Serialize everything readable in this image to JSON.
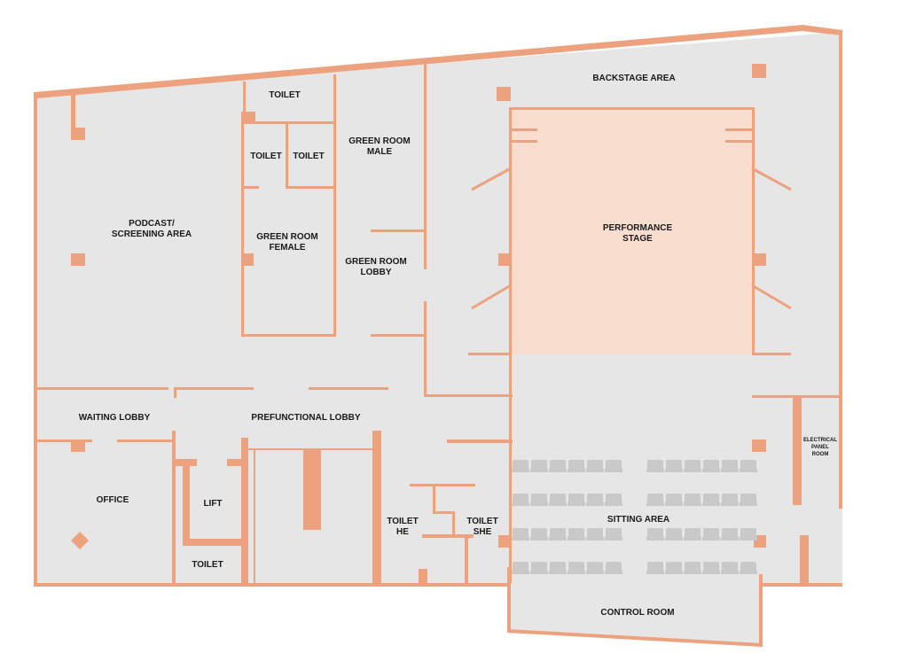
{
  "colors": {
    "wall": "#ECA27E",
    "floor": "#E6E6E6",
    "stage": "#F9DDCF",
    "seat": "#C9C9C9",
    "background": "#FFFFFF",
    "text": "#1A1A1A"
  },
  "rooms": {
    "podcast_line1": "PODCAST/",
    "podcast_line2": "SCREENING AREA",
    "toilet_top": "TOILET",
    "toilet_left": "TOILET",
    "toilet_right": "TOILET",
    "green_room_male_line1": "GREEN ROOM",
    "green_room_male_line2": "MALE",
    "green_room_female_line1": "GREEN ROOM",
    "green_room_female_line2": "FEMALE",
    "green_room_lobby_line1": "GREEN ROOM",
    "green_room_lobby_line2": "LOBBY",
    "backstage": "BACKSTAGE AREA",
    "stage_line1": "PERFORMANCE",
    "stage_line2": "STAGE",
    "waiting_lobby": "WAITING LOBBY",
    "prefunctional_lobby": "PREFUNCTIONAL LOBBY",
    "office": "OFFICE",
    "lift": "LIFT",
    "toilet_bottom": "TOILET",
    "toilet_he_line1": "TOILET",
    "toilet_he_line2": "HE",
    "toilet_she_line1": "TOILET",
    "toilet_she_line2": "SHE",
    "sitting_area": "SITTING AREA",
    "electrical_line1": "ELECTRICAL",
    "electrical_line2": "PANEL",
    "electrical_line3": "ROOM",
    "control_room": "CONTROL ROOM"
  },
  "seating": {
    "rows": 4,
    "seats_per_block": 6,
    "blocks_per_row": 2
  }
}
